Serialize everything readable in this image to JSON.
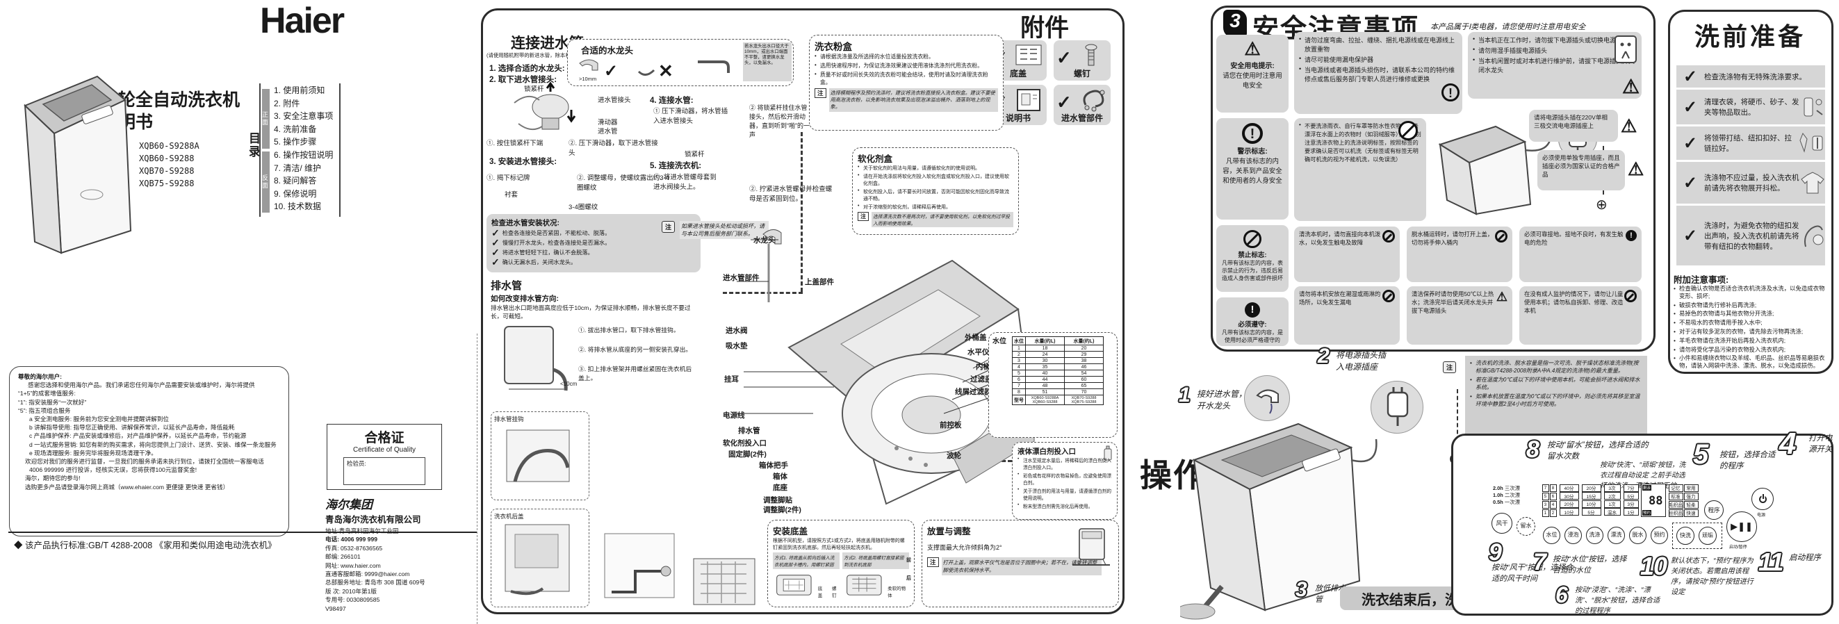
{
  "cover": {
    "title1": "海尔波轮全自动洗衣机",
    "title2": "使用说明书",
    "brand": "Haier",
    "models": [
      "XQB60-S9288A",
      "XQB60-S9288",
      "XQB70-S9288",
      "XQB75-S9288"
    ],
    "toc_label": "目录",
    "toc_front": "正面",
    "toc_back": "反面",
    "toc": [
      "1. 使用前须知",
      "2. 附件",
      "3. 安全注意事项",
      "4. 洗前准备",
      "5. 操作步骤",
      "6. 操作按钮说明",
      "7. 清洁/ 维护",
      "8. 疑问解答",
      "9. 保修说明",
      "10. 技术数据"
    ],
    "letter": {
      "l0": "尊敬的海尔用户:",
      "l1": "感谢您选择和使用海尔产品。我们承诺您任何海尔产品需要安装或维护时，海尔将提供",
      "l2": "“1+5”的成套增值服务:",
      "l3": "“1”: 指安装服务“一次就好”",
      "l4": "“5”: 指五项组合服务",
      "l5": "a 安全测电服务: 服务前为您安全测电并提醒讲解到位",
      "l6": "b 讲解指导使用: 指导您正确使用、讲解保养常识，以延长产品寿命，降低能耗",
      "l7": "c 产品维护保养: 产品安装或维修后，对产品维护保养，以延长产品寿命，节约能源",
      "l8": "d 一站式服务营销: 如您有新的购买需求，将向您提供上门设计、送货、安装、维保一条龙服务",
      "l9": "e 现场清理服务: 服务完毕将服务现场清理干净。",
      "l10": "欢迎您对我们的服务进行监督，一旦我们的服务承诺未执行到位，请拨打全国统一客服电话",
      "l11": "4006 999999 进行投诉，经核实无误，您将获得100元监督奖金!",
      "l12": "海尔，期待您的参与!",
      "l13": "选购更多产品请登录海尔网上商城（www.ehaier.com 更便捷 更快速 更省钱）"
    },
    "standard": "◆ 该产品执行标准:GB/T 4288-2008 《家用和类似用途电动洗衣机》",
    "cert": {
      "title": "合格证",
      "subtitle": "Certificate of Quality",
      "inspector": "检验员:"
    },
    "company": {
      "group": "海尔集团",
      "name": "青岛海尔洗衣机有限公司",
      "lines": [
        "地址:青岛高科园海尔工业园",
        "电话: 4006 999 999",
        "传真: 0532-87636565",
        "邮编: 266101",
        "网址: www.haier.com",
        "直通客服邮箱: 9999@haier.com",
        "总部服务地址: 青岛市 308 国道 609号",
        "版 次: 2010年第1版",
        "专用号: 0030809585",
        "V98497"
      ]
    }
  },
  "install": {
    "inlet": {
      "title": "连接进水管",
      "subnote": "(请使用随机附带的新进水管，除本机外的进水管不要重复利用)",
      "s1": "1. 选择合适的水龙头:",
      "s2": "2. 取下进水管接头:",
      "lbl_lock": "锁紧杆",
      "lbl_joint": "进水管接头",
      "lbl_slider": "滑动器",
      "lbl_pipe": "进水管",
      "s2a": "①. 按住锁紧杆下端",
      "s2b": "②. 压下滑动器，取下进水管接头",
      "s3": "3. 安装进水管接头:",
      "s3a": "①. 揭下标记牌",
      "lbl_bush": "衬套",
      "s3b": "②. 调整螺母，使螺纹露出约3-4圈螺纹",
      "lbl_threads": "3-4圈螺纹",
      "s4": "4. 连接水管:",
      "s4a": "① 压下滑动器，将水管插入进水管接头",
      "s4b": "② 将锁紧杆挂住水管接头，然后松开滑动器，直到听到“啪”的一声",
      "s5": "5. 连接洗衣机:",
      "s5a": "①. 将进水管螺母套到进水阀接头上。",
      "s5b": "②. 拧紧进水管螺母并检查螺母是否紧固到位。",
      "note_tag": "注",
      "note": "如果进水管接头处松动或损坏，请与本公司售后服务部门联系。",
      "faucet_title": "合适的水龙头",
      "faucet_min": ">10mm",
      "faucet_note": "若水龙头出水口径大于10mm，或出水口端面不平整，请更换水龙头，以免漏水。",
      "check_title": "检查进水管安装状况:",
      "c1": "检查各连接处是否紧固，不能松动、脱落。",
      "c2": "慢慢打开水龙头，检查各连接处是否漏水。",
      "c3": "将进水管轻轻下拉，确认不会脱落。",
      "c4": "确认无漏水后，关闭水龙头。"
    },
    "drain": {
      "title": "排水管",
      "sub": "如何改变排水管方向:",
      "text": "排水管出水口距地面高度应低于10cm，为保证排水顺畅，排水管长度不要过长，可截短。",
      "s1": "①. 拔出排水管口，取下排水管挂钩。",
      "s2": "②. 将排水管从底座的另一侧安装孔穿出。",
      "s3": "③. 扣上排水管架并用螺丝紧固在洗衣机后盖上。",
      "lbl_hook": "排水管挂钩",
      "lbl_back": "洗衣机后盖",
      "lbl_height": "<10cm"
    },
    "accessories": {
      "title": "附件",
      "i1": "底盖",
      "i2": "螺钉",
      "i3": "说明书",
      "i4": "进水管部件"
    },
    "detergent": {
      "title": "洗衣粉盒",
      "b1": "请根据洗涤量及所选择的水位适量投放洗衣粉。",
      "b2": "选用快速程序时，为保证洗涤效果建议使用液体洗涤剂代用洗衣粉。",
      "b3": "质量不好或时间长失效的洗衣粉可能会结块，使用时请及时清理洗衣粉盒。",
      "note_tag": "注",
      "note": "选择模糊程序及预约洗涤时，建议将洗衣粉直接投入洗衣粉盒。建议不要使用高泡洗衣粉，以免影响洗衣效果及出现泡沫溢出桶外、洒落到地上的现象。"
    },
    "softener": {
      "title": "软化剂盒",
      "b1": "关于软化剂的用法与用量，请遵循软化剂的使用说明。",
      "b2": "请在开始洗涤前将软化剂投入软化剂盒或软化剂投入口，建议使用软化剂盒。",
      "b3": "软化剂投入后，请不要长时间放置，否则可能因软化剂固化而导致流通不畅。",
      "b4": "对于浓缩型的软化剂，请稀释后再使用。",
      "note_tag": "注",
      "note": "选择漂洗次数不是两次时，请不要使用软化剂，以免软化剂过早投入而影响使用效果。"
    },
    "bleach": {
      "title": "液体漂白剂投入口",
      "b1": "注水至规定水量后，将稀释后的漂白剂倒入漂白剂投入口。",
      "b2": "彩色或有花样的衣物易掉色，应避免使用漂白剂。",
      "b3": "关于漂白剂的用法与用量，请遵循漂白剂的使用说明。",
      "b4": "粉末型漂白剂需先溶化后再使用。"
    },
    "labels": {
      "faucet": "水龙头",
      "inlet_parts": "进水管部件",
      "lid": "上盖部件",
      "valve": "进水阀",
      "pad": "吸水垫",
      "ear": "挂耳",
      "cord": "电源线",
      "drainpipe": "排水管",
      "soft_inlet": "软化剂投入口",
      "fixfoot": "固定脚(2件)",
      "handle": "箱体把手",
      "cabinet": "箱体",
      "base": "底座",
      "footpad": "调整脚贴",
      "adjfoot": "调整脚(2件)",
      "outer_lid": "外桶盖",
      "level": "水平仪",
      "inner_tub": "内桶",
      "filter_lid": "过滤盖",
      "lint": "线屑过滤器",
      "front_panel": "前控板",
      "pulsator": "波轮"
    },
    "water": {
      "corner": "水位",
      "h1": "水位",
      "h2": "水量(约L)",
      "h3": "水量(约L)",
      "rows": [
        [
          "1",
          "18",
          "20"
        ],
        [
          "2",
          "24",
          "29"
        ],
        [
          "3",
          "30",
          "38"
        ],
        [
          "4",
          "35",
          "46"
        ],
        [
          "5",
          "40",
          "54"
        ],
        [
          "6",
          "44",
          "60"
        ],
        [
          "7",
          "48",
          "65"
        ],
        [
          "8",
          "51",
          "70"
        ]
      ],
      "model_label": "型号",
      "model_a": "XQB60-S9288A XQB60-S9288",
      "model_b": "XQB70-S9288 XQB75-S9288"
    },
    "cover_box": {
      "title": "安装底盖",
      "intro": "根据不同机型，请按照方式1或方式2，将底盖用随机附带的螺钉紧固到洗衣机底部。然后再轻轻扶起洗衣机。",
      "way1": "方式1. 将底盖从前向后插入洗衣机底部卡槽内，用螺钉紧固",
      "way2": "方式2. 将底盖用螺钉直接紧固到洗衣机底部",
      "lbl_cover": "底盖",
      "lbl_screw": "螺钉",
      "lbl_front": "前",
      "lbl_back": "后",
      "lbl_soft": "柔软的物体"
    },
    "placement": {
      "title": "放置与调整",
      "text": "支撑面最大允许倾斜角为2°",
      "note_tag": "注",
      "note": "打开上盖，观察水平仪气泡是否位于圆圈中央；若不在，请旋转调整脚使洗衣机保持水平。"
    }
  },
  "safety": {
    "badge": "3",
    "title": "安全注意事项",
    "subtitle": "本产品属于Ⅰ类电器，请您使用时注意用电安全",
    "leg1t": "安全用电提示:",
    "leg1": "请您在使用时注意用电安全",
    "leg2t": "警示标志:",
    "leg2": "凡带有该标志的内容，关系到产品安全和使用者的人身安全",
    "leg3t": "禁止标志:",
    "leg3": "凡带有该标志的内容，表示禁止的行为，违反后易造成人身伤害或部件损坏",
    "leg4t": "必须遵守:",
    "leg4": "凡带有该标志的内容，是使用时必须严格遵守的",
    "a1": "请勿过度弯曲、拉扯、缠绕、捆扎电源线或在电源线上放置重物",
    "a2": "请尽可能使用漏电保护器",
    "a3": "当电源线或者电源插头损伤时，请联系本公司的特约维修点或售后服务部门专职人员进行维修或更换",
    "b1": "当本机正在工作时，请勿拔下电源插头或切换电源",
    "b2": "请勿用湿手插拔电源插头",
    "b3": "当本机闲置时或对本机进行维护前，请拔下电源插头并关闭水龙头",
    "c": "不要洗涤雨衣、自行车罩等防水性衣物。洗涤漂浮在水面上的衣物时（如羽绒服等），要特别注意洗涤衣物上的洗涤说明标签，按照标签的要求确认是否可以机洗（无标签或有标签无明确可机洗的视为不能机洗，以免误洗）",
    "d": "请将电源插头插在220V单相三极交流电电源插座上",
    "e": "必须使用单独专用插座，而且插座必须为国家认证的合格产品",
    "n1": "清洗本机时，请勿直接向本机泼水，以免发生触电及故障",
    "n2": "脱水桶运转时，请勿打开上盖，切勿将手伸入桶内",
    "n3": "必须可靠接地。接地不良时，有发生触电的危险",
    "n4": "请勿将本机安放在潮湿或雨淋的场所，以免发生漏电",
    "n5": "清洁保养时请勿使用50℃以上热水；洗涤完毕后请关闭水龙头并拔下电源插头",
    "n6": "在没有成人监护的情况下，请勿让儿童使用本机；请勿私自拆卸、修理、改造本机"
  },
  "prep": {
    "title": "洗前准备",
    "c1": "检查洗涤物有无特殊洗涤要求。",
    "c2": "清理衣袋，将硬币、砂子、发夹等物品取出。",
    "c3": "将领带打结、纽扣扣好、拉链拉好。",
    "c4": "洗涤物不应过量，投入洗衣机前请先将衣物展开抖松。",
    "c5": "洗涤时，为避免衣物的纽扣发出声响，投入洗衣机前请先将带有纽扣的衣物翻转。",
    "extra_title": "附加注意事项:",
    "e1": "检查确认衣物是否适合洗衣机洗涤及水洗，以免造成衣物变形、损坏;",
    "e2": "破损衣物请先行修补后再洗涤;",
    "e3": "易掉色的衣物请与其他衣物分开洗涤;",
    "e4": "不易吸水的衣物请用手按入水中;",
    "e5": "对于沾有较多泥灰的衣物，请先除去污物再洗涤;",
    "e6": "羊毛衣物请在洗涤开始后再投入洗衣机内;",
    "e7": "请勿将受化学品污染的衣物投入洗衣机内;",
    "e8": "小件和易缠绕衣物以及羊绒、毛织品、丝织品等易磨损衣物，请装入网袋中洗涤、漂洗、脱水，以免造成损伤。"
  },
  "steps": {
    "title": "操作步骤",
    "n1": "1",
    "s1": "接好进水管，打开水龙头",
    "n2": "2",
    "s2": "将电源插头插入电源插座",
    "n3": "3",
    "s3": "放低排水管",
    "note_tag": "注",
    "note1": "洗衣机的洗涤、脱水容量是指一次可洗、脱干燥状态标准洗涤物(按标准GB/T4288-2008附录A中A.4规定的洗涤物)的最大重量。",
    "note2": "若在温度为0℃或以下的环境中使用本机，可能会损坏进水阀和排水系统。",
    "note3": "如果本机放置在温度为0℃或以下的环境中，则必须先将其移至室温环境中静置2至4小时后方可使用。",
    "n8": "8",
    "s8": "按动“留水”按钮，选择合适的留水次数",
    "quick": "按动“快洗”、“顽垢”按钮，洗衣过程自动设定 之前手动选择的洗涤、漂洗过程无效",
    "n5": "5",
    "s5": "按钮，选择合适的程序",
    "n4": "4",
    "s4": "打开电源开关",
    "n9": "9",
    "s9": "按动“风干”按钮，选择合适的风干时间",
    "n7": "7",
    "s7": "按动“水位”按钮，选择合适的水位",
    "n6": "6",
    "s6": "按动“浸泡”、“洗涤”、“漂洗”、“脱水”按钮，选择合适的过程程序",
    "n10": "10",
    "s10": "默认状态下，“预约”程序为关闭状态。若需启用该程序，请按动“预约”按钮进行设定",
    "n11": "11",
    "s11": "启动程序",
    "end": "洗衣结束后，洗衣机自动断电",
    "panel": {
      "dry1h": "2.0h",
      "dry1": "三次漂",
      "dry2h": "1.0h",
      "dry2": "二次漂",
      "dry3h": "0.5h",
      "dry3": "一次漂",
      "btn_dry": "风干",
      "btn_keep": "留水",
      "lvl": [
        [
          "7",
          "8"
        ],
        [
          "5",
          "6"
        ],
        [
          "3",
          "4"
        ],
        [
          "1",
          "2"
        ]
      ],
      "soak": [
        "40分",
        "30分",
        "20分",
        "10分"
      ],
      "wash": [
        "20分",
        "15分",
        "10分",
        "5分"
      ],
      "rinse": [
        "3次",
        "2次",
        "1次",
        "温水"
      ],
      "spin": [
        "7分",
        "5分",
        "3分",
        "1分"
      ],
      "disp": "88",
      "disp_top": "剩余",
      "disp_bot": "预约",
      "prog": [
        [
          "记忆",
          "常用"
        ],
        [
          "标准",
          "强力"
        ],
        [
          "毛织品",
          "轻柔"
        ],
        [
          "丝织品",
          "快速"
        ]
      ],
      "b1": "水位",
      "b2": "浸泡",
      "b3": "洗涤",
      "b4": "漂洗",
      "b5": "脱水",
      "b6": "预约",
      "bq": "快洗",
      "bs": "顽垢",
      "bp": "程序",
      "bpw": "电源",
      "bst": "启动/暂停"
    }
  }
}
